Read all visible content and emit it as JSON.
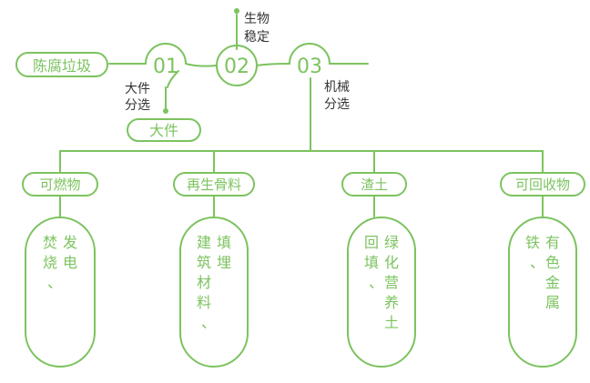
{
  "colors": {
    "accent": "#7cc35f",
    "text": "#333333",
    "background": "#ffffff"
  },
  "source": {
    "label": "陈腐垃圾"
  },
  "steps": [
    {
      "number": "01",
      "note_lines": [
        "大件",
        "分选"
      ]
    },
    {
      "number": "02",
      "note_lines": [
        "生物",
        "稳定"
      ]
    },
    {
      "number": "03",
      "note_lines": [
        "机械",
        "分选"
      ]
    }
  ],
  "bulky_output": {
    "label": "大件"
  },
  "categories": [
    {
      "label": "可燃物",
      "use": "焚烧、发电"
    },
    {
      "label": "再生骨料",
      "use": "建筑材料、填埋"
    },
    {
      "label": "渣土",
      "use": "回填、绿化营养土"
    },
    {
      "label": "可回收物",
      "use": "铁、有色金属"
    }
  ]
}
